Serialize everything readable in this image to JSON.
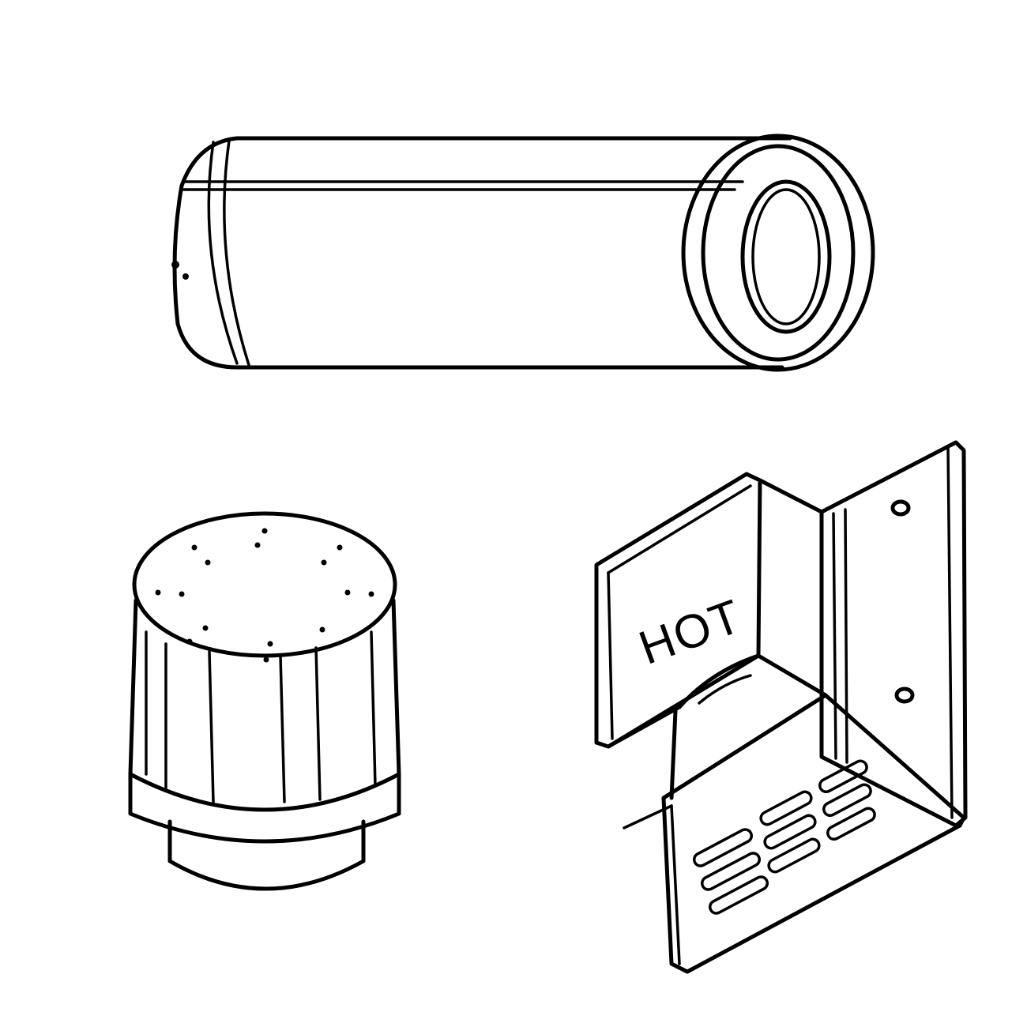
{
  "diagram": {
    "components": [
      {
        "id": "vent-pipe",
        "description": "Horizontal cylindrical vent pipe section"
      },
      {
        "id": "termination-cap",
        "description": "Cylindrical vent termination cap with dotted top"
      },
      {
        "id": "wall-thimble",
        "description": "Wall thimble / heat shield bracket with louvered bottom",
        "label": "HOT"
      }
    ],
    "colors": {
      "line": "#000000",
      "background": "#ffffff"
    }
  }
}
